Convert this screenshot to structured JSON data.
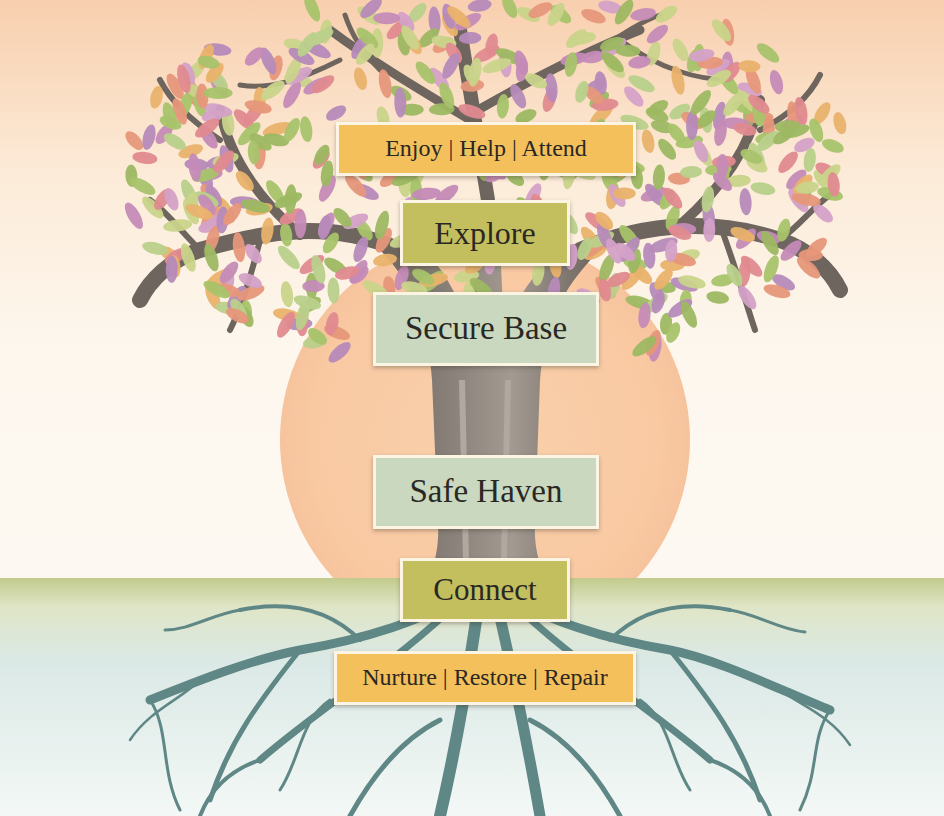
{
  "diagram": {
    "nodes": [
      {
        "text": [
          "Enjoy | Help | Attend"
        ]
      },
      {
        "text": [
          "Explore"
        ]
      },
      {
        "text": [
          "Secure Base"
        ]
      },
      {
        "text": [
          "Safe Haven"
        ]
      },
      {
        "text": [
          "Connect"
        ]
      },
      {
        "text": [
          "Nurture | Restore | Repair"
        ]
      }
    ]
  }
}
